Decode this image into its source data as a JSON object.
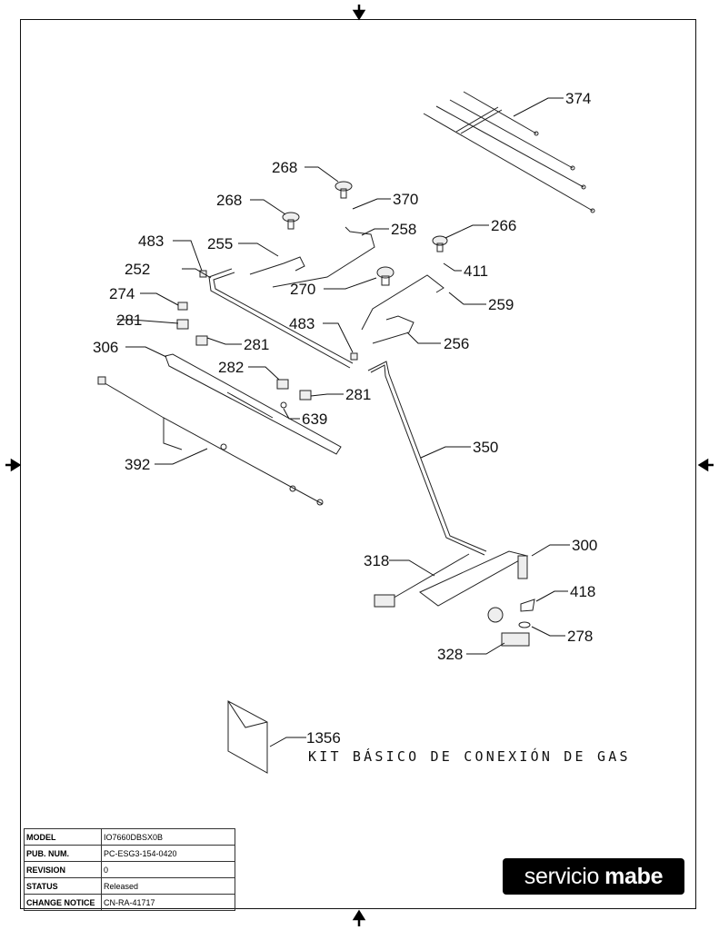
{
  "drawing": {
    "type": "exploded parts diagram",
    "callouts": [
      {
        "id": "c374",
        "label": "374"
      },
      {
        "id": "c268a",
        "label": "268"
      },
      {
        "id": "c268b",
        "label": "268"
      },
      {
        "id": "c370",
        "label": "370"
      },
      {
        "id": "c258",
        "label": "258"
      },
      {
        "id": "c266",
        "label": "266"
      },
      {
        "id": "c483a",
        "label": "483"
      },
      {
        "id": "c255",
        "label": "255"
      },
      {
        "id": "c252",
        "label": "252"
      },
      {
        "id": "c411",
        "label": "411"
      },
      {
        "id": "c270",
        "label": "270"
      },
      {
        "id": "c274",
        "label": "274"
      },
      {
        "id": "c259",
        "label": "259"
      },
      {
        "id": "c281a",
        "label": "281"
      },
      {
        "id": "c483b",
        "label": "483"
      },
      {
        "id": "c306",
        "label": "306"
      },
      {
        "id": "c281b",
        "label": "281"
      },
      {
        "id": "c256",
        "label": "256"
      },
      {
        "id": "c282",
        "label": "282"
      },
      {
        "id": "c281c",
        "label": "281"
      },
      {
        "id": "c639",
        "label": "639"
      },
      {
        "id": "c350",
        "label": "350"
      },
      {
        "id": "c392",
        "label": "392"
      },
      {
        "id": "c300",
        "label": "300"
      },
      {
        "id": "c318",
        "label": "318"
      },
      {
        "id": "c418",
        "label": "418"
      },
      {
        "id": "c278",
        "label": "278"
      },
      {
        "id": "c328",
        "label": "328"
      },
      {
        "id": "c1356",
        "label": "1356"
      }
    ],
    "kit_caption": "KIT BÁSICO DE CONEXIÓN DE GAS"
  },
  "title_block": {
    "rows": [
      {
        "key": "MODEL",
        "value": "IO7660DBSX0B"
      },
      {
        "key": "PUB. NUM.",
        "value": "PC-ESG3-154-0420"
      },
      {
        "key": "REVISION",
        "value": "0"
      },
      {
        "key": "STATUS",
        "value": "Released"
      },
      {
        "key": "CHANGE NOTICE",
        "value": "CN-RA-41717"
      }
    ]
  },
  "logo": {
    "light": "servicio",
    "bold": "mabe"
  }
}
